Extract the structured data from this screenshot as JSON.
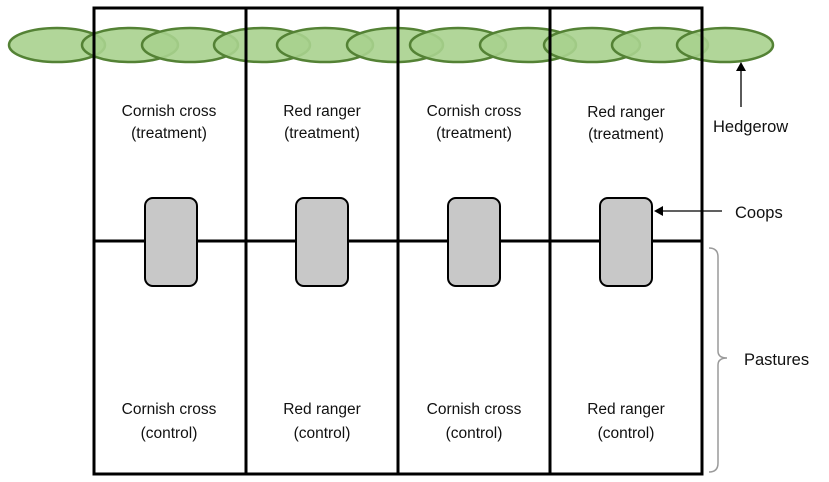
{
  "plots": {
    "top": [
      {
        "line1": "Cornish cross",
        "line2": "(treatment)"
      },
      {
        "line1": "Red ranger",
        "line2": "(treatment)"
      },
      {
        "line1": "Cornish cross",
        "line2": "(treatment)"
      },
      {
        "line1": "Red ranger",
        "line2": "(treatment)"
      }
    ],
    "bottom": [
      {
        "line1": "Cornish cross",
        "line2": "(control)"
      },
      {
        "line1": "Red ranger",
        "line2": "(control)"
      },
      {
        "line1": "Cornish cross",
        "line2": "(control)"
      },
      {
        "line1": "Red ranger",
        "line2": "(control)"
      }
    ]
  },
  "callouts": {
    "hedgerow": "Hedgerow",
    "coops": "Coops",
    "pastures": "Pastures"
  },
  "colors": {
    "hedge_fill": "#a9d18e",
    "hedge_stroke": "#548235",
    "coop_fill": "#c8c8c8",
    "line": "#000000"
  }
}
